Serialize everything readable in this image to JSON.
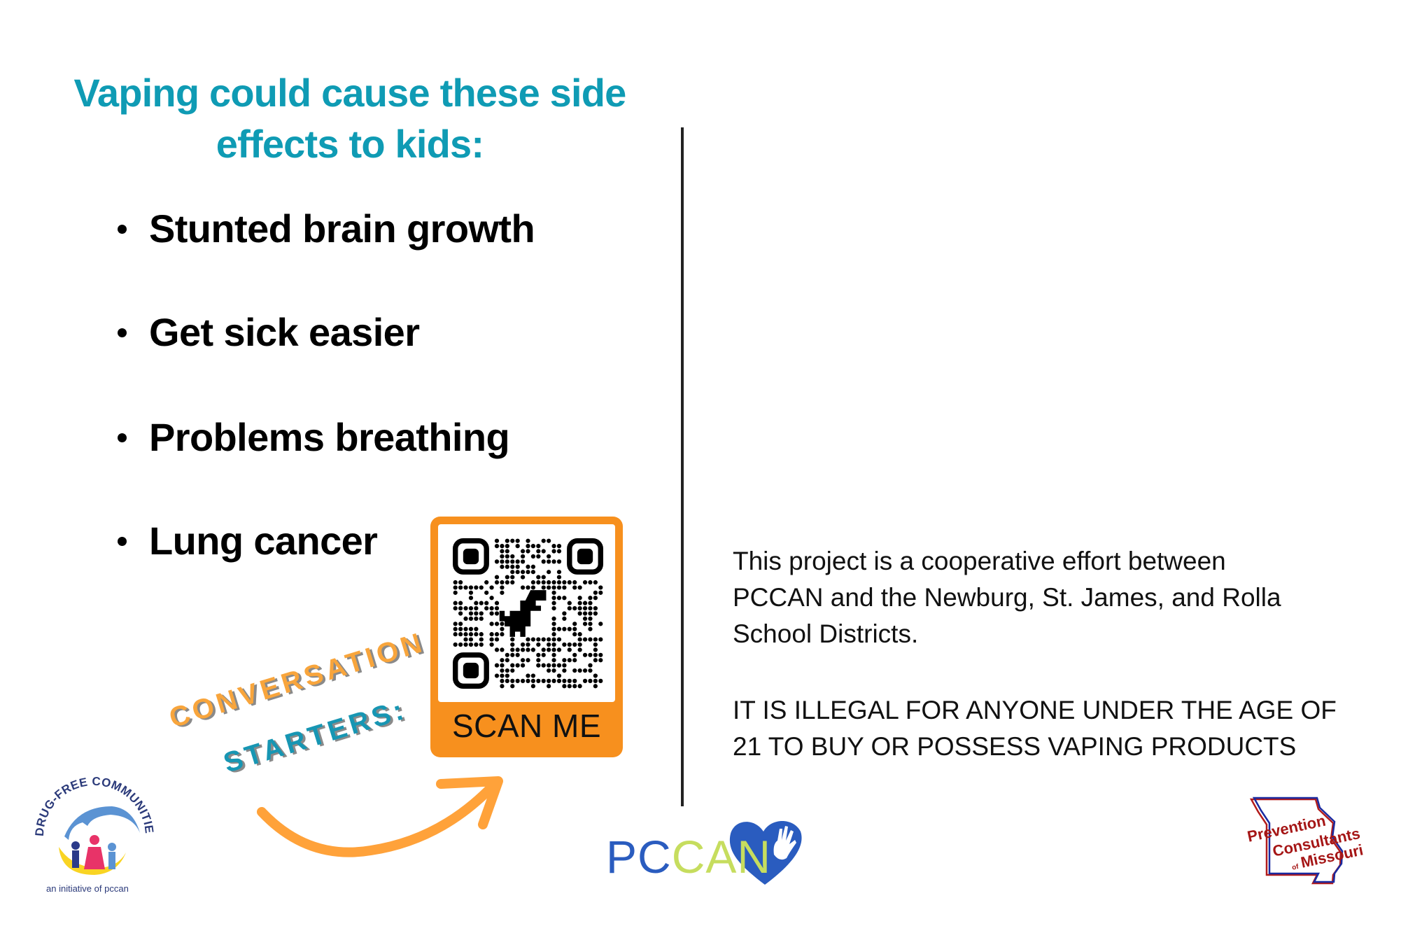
{
  "title": {
    "lines": [
      "Vaping could cause these side",
      "effects to kids:"
    ],
    "color": "#0f9bb4"
  },
  "side_effects": [
    "Stunted brain growth",
    "Get sick easier",
    "Problems breathing",
    "Lung cancer"
  ],
  "qr": {
    "label": "SCAN ME",
    "frame_color": "#f7901e",
    "center_icon": "dinosaur-icon"
  },
  "conversation_starters": {
    "line1": "CONVERSATION",
    "line2": "STARTERS:"
  },
  "info": {
    "paragraph_lines": [
      "This project is a cooperative effort between",
      "PCCAN and the Newburg, St. James, and Rolla",
      "School Districts."
    ],
    "warning_lines": [
      "IT IS ILLEGAL FOR ANYONE UNDER THE AGE OF",
      "21 TO BUY OR POSSESS VAPING PRODUCTS"
    ]
  },
  "logos": {
    "dfc": {
      "arc_text": "DRUG-FREE COMMUNITIES",
      "caption": "an initiative of pccan"
    },
    "pccan": {
      "part1": "PC",
      "part2": "CAN",
      "blue": "#2a5cbf",
      "green": "#c6dd5e"
    },
    "pcm": {
      "line1": "Prevention",
      "line2": "Consultants",
      "line3_small": "of",
      "line3": "Missouri"
    }
  }
}
